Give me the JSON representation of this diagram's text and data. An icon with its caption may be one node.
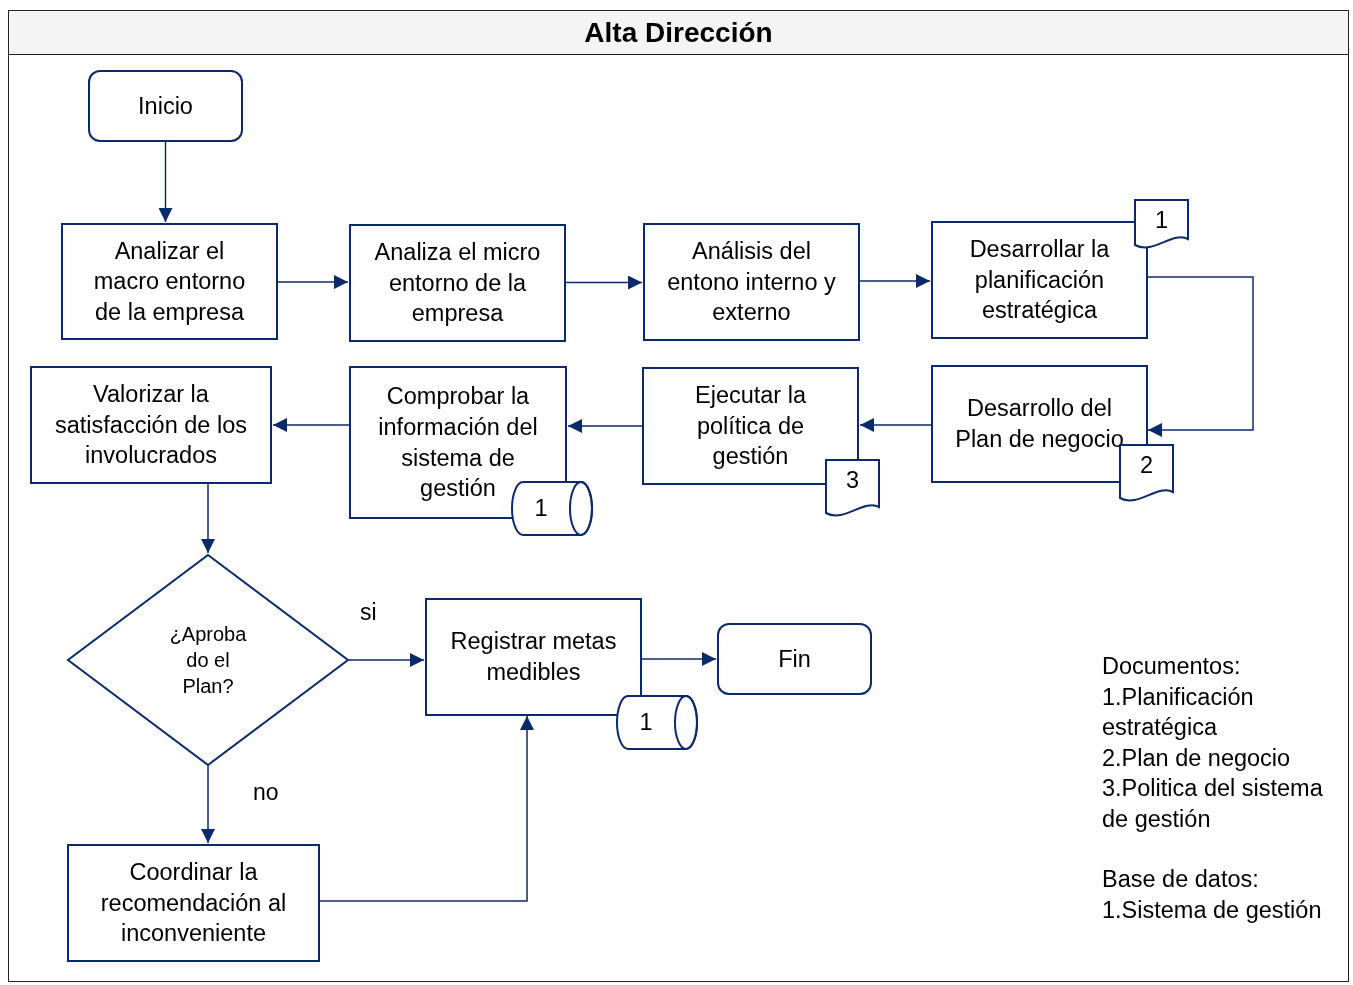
{
  "diagram": {
    "nodes": [
      {
        "text": [
          "Alta Dirección"
        ]
      },
      {
        "text": [
          "Inicio"
        ],
        "in": 0
      },
      {
        "text": [
          "Analizar el macro entorno de la empresa"
        ],
        "in": 0
      },
      {
        "text": [
          "Analiza el micro entorno de la empresa"
        ],
        "in": 0
      },
      {
        "text": [
          "Análisis del entono interno y externo"
        ],
        "in": 0
      },
      {
        "text": [
          "Desarrollar la planificación estratégica"
        ],
        "in": 0
      },
      {
        "text": [
          "1"
        ],
        "in": 0
      },
      {
        "text": [
          "Desarrollo del Plan de negocio"
        ],
        "in": 0
      },
      {
        "text": [
          "2"
        ],
        "in": 0
      },
      {
        "text": [
          "Ejecutar la política de gestión"
        ],
        "in": 0
      },
      {
        "text": [
          "3"
        ],
        "in": 0
      },
      {
        "text": [
          "Comprobar la información del sistema de gestión"
        ],
        "in": 0
      },
      {
        "text": [
          "1"
        ],
        "in": 0
      },
      {
        "text": [
          "Valorizar la satisfacción de los involucrados"
        ],
        "in": 0
      },
      {
        "text": [
          "¿Aproba do el Plan?"
        ],
        "in": 0
      },
      {
        "text": [
          "Registrar metas medibles"
        ],
        "in": 0
      },
      {
        "text": [
          "1"
        ],
        "in": 0
      },
      {
        "text": [
          "Fin"
        ],
        "in": 0
      },
      {
        "text": [
          "Coordinar la recomendación al inconveniente"
        ],
        "in": 0
      }
    ],
    "edges": [
      {
        "from": 1,
        "to": 2,
        "arrow": "to"
      },
      {
        "from": 2,
        "to": 3,
        "arrow": "to"
      },
      {
        "from": 3,
        "to": 4,
        "arrow": "to"
      },
      {
        "from": 4,
        "to": 5,
        "arrow": "to"
      },
      {
        "from": 5,
        "to": 7,
        "arrow": "to"
      },
      {
        "from": 7,
        "to": 9,
        "arrow": "to"
      },
      {
        "from": 9,
        "to": 11,
        "arrow": "to"
      },
      {
        "from": 11,
        "to": 13,
        "arrow": "to"
      },
      {
        "from": 13,
        "to": 14,
        "arrow": "to"
      },
      {
        "from": 14,
        "to": 15,
        "arrow": "to",
        "label": "si"
      },
      {
        "from": 14,
        "to": 18,
        "arrow": "to",
        "label": "no"
      },
      {
        "from": 18,
        "to": 15,
        "arrow": "to"
      },
      {
        "from": 15,
        "to": 17,
        "arrow": "to"
      }
    ],
    "labels": [
      "Documentos:",
      "1.Planificación estratégica",
      "2.Plan de negocio",
      "3.Politica del sistema de gestión",
      "Base de datos:",
      "1.Sistema de gestión"
    ]
  }
}
